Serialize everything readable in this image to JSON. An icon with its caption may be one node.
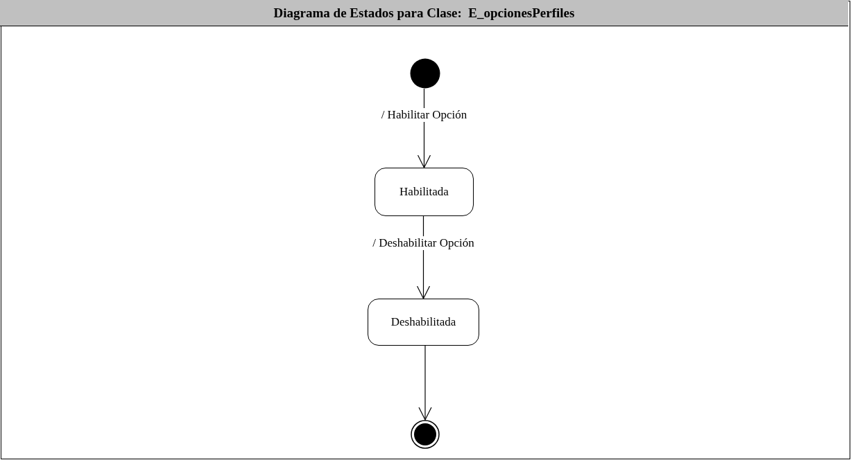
{
  "diagram": {
    "title": "Diagrama de Estados para Clase:  E_opcionesPerfiles",
    "nodes": [
      {
        "text": [],
        "shape": "circle"
      },
      {
        "text": [
          "Habilitada"
        ]
      },
      {
        "text": [
          "Deshabilitada"
        ]
      },
      {
        "text": [],
        "shape": "bullseye"
      }
    ],
    "edges": [
      {
        "from": 0,
        "to": 1,
        "arrow": "to",
        "label": "/ Habilitar Opción"
      },
      {
        "from": 1,
        "to": 2,
        "arrow": "to",
        "label": "/ Deshabilitar Opción"
      },
      {
        "from": 2,
        "to": 3,
        "arrow": "to"
      }
    ]
  }
}
